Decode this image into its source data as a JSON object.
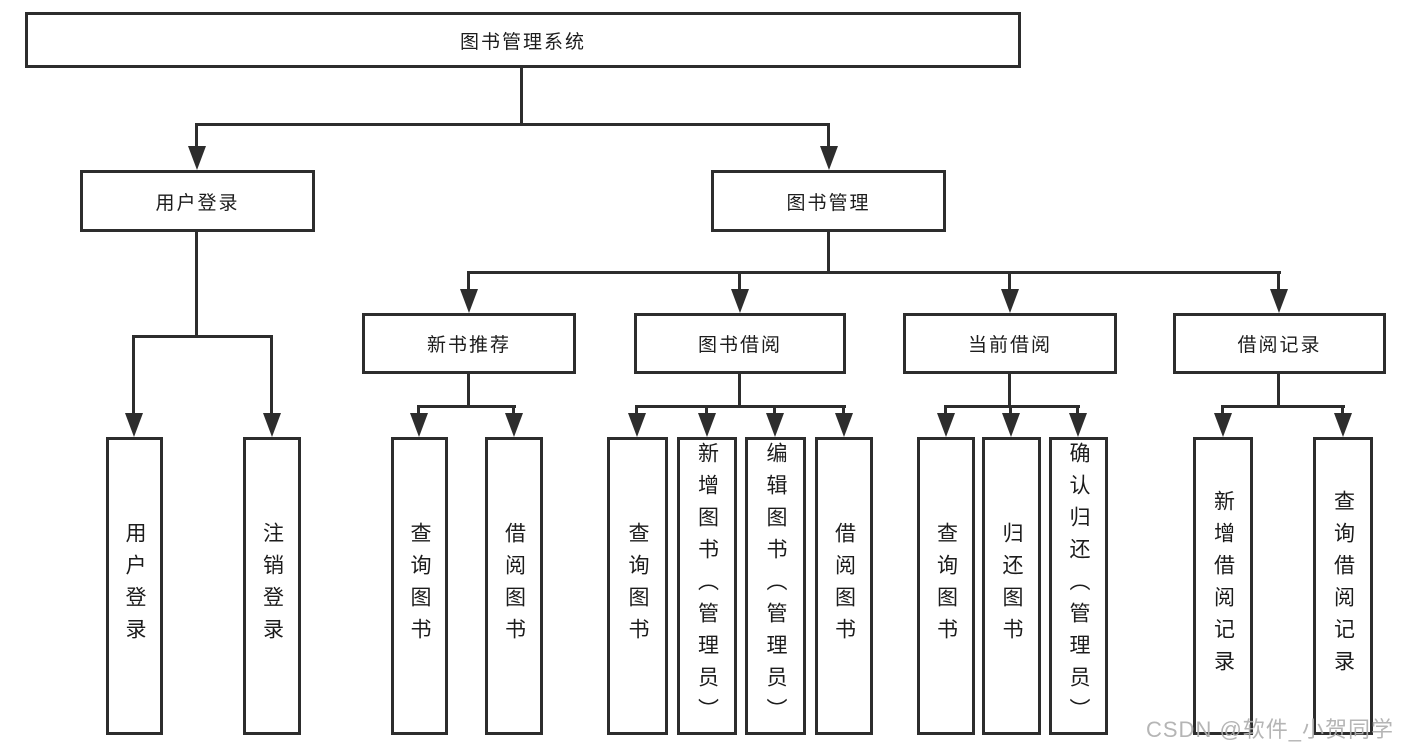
{
  "diagram": {
    "root": {
      "label": "图书管理系统"
    },
    "level2": [
      {
        "label": "用户登录"
      },
      {
        "label": "图书管理"
      }
    ],
    "level3": [
      {
        "label": "新书推荐"
      },
      {
        "label": "图书借阅"
      },
      {
        "label": "当前借阅"
      },
      {
        "label": "借阅记录"
      }
    ],
    "leaves": [
      {
        "label": "用户登录"
      },
      {
        "label": "注销登录"
      },
      {
        "label": "查询图书"
      },
      {
        "label": "借阅图书"
      },
      {
        "label": "查询图书"
      },
      {
        "label": "新增图书（管理员）"
      },
      {
        "label": "编辑图书（管理员）"
      },
      {
        "label": "借阅图书"
      },
      {
        "label": "查询图书"
      },
      {
        "label": "归还图书"
      },
      {
        "label": "确认归还（管理员）"
      },
      {
        "label": "新增借阅记录"
      },
      {
        "label": "查询借阅记录"
      }
    ],
    "colors": {
      "line": "#2d2d2d",
      "border": "#2d2d2d",
      "text": "#1c1c1c",
      "background": "#ffffff",
      "watermark": "#afafaf"
    }
  },
  "watermark": {
    "text": "CSDN @软件_小贺同学"
  }
}
